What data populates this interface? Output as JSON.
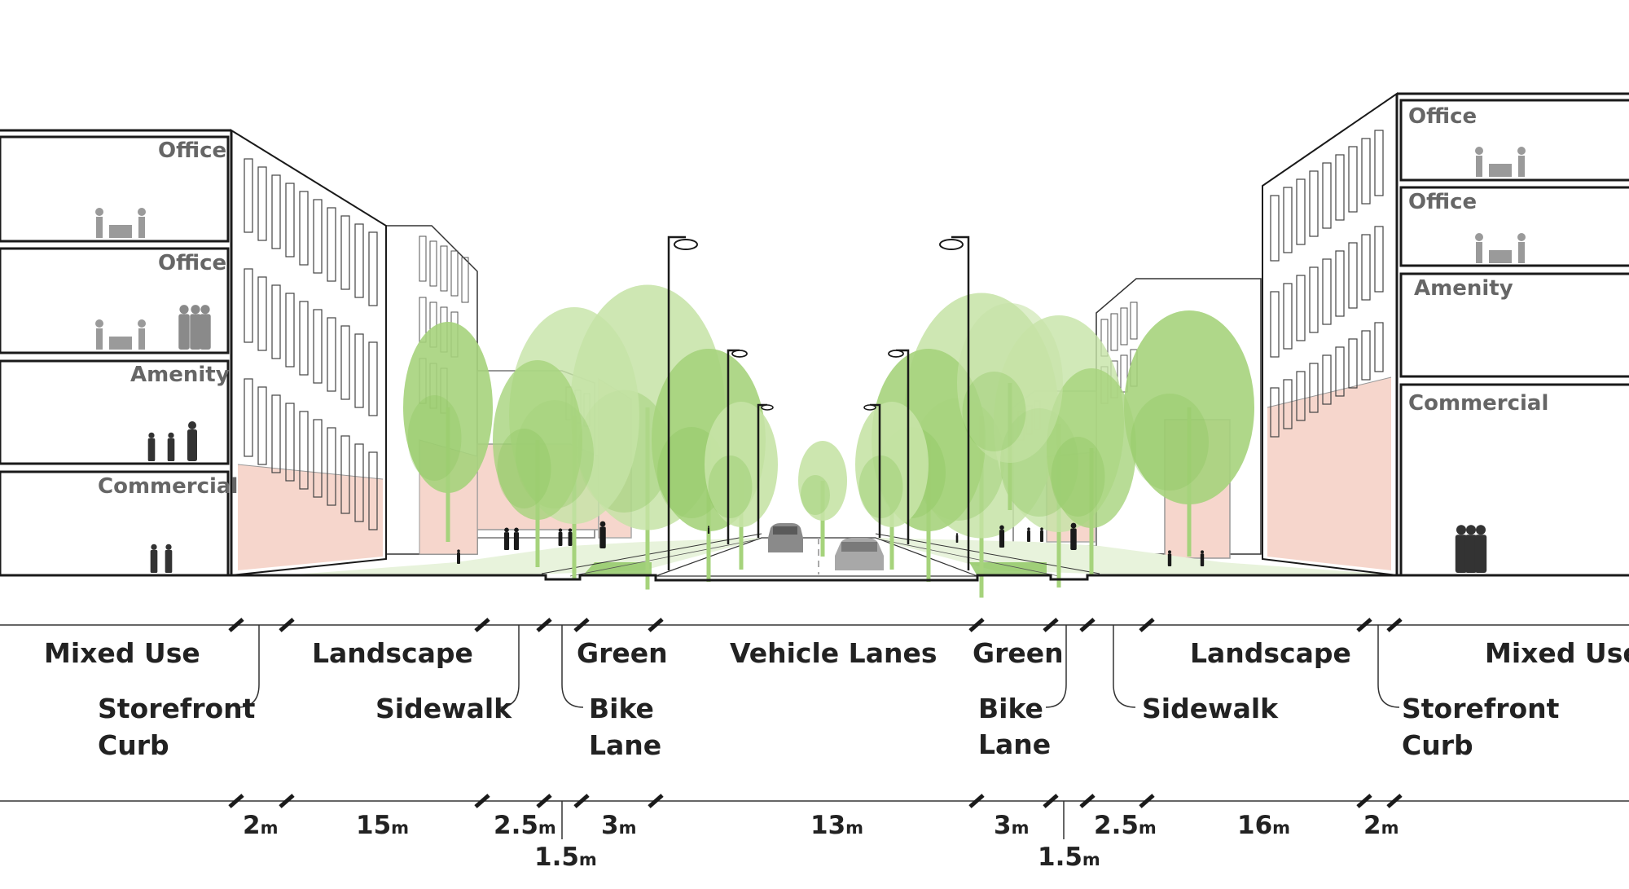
{
  "left_building": {
    "floors": [
      "Office",
      "Office",
      "Amenity",
      "Commercial"
    ]
  },
  "right_building": {
    "floors": [
      "Office",
      "Office",
      "Amenity",
      "Commercial"
    ]
  },
  "zones": {
    "left_mixed_use": "Mixed Use",
    "left_storefront": "Storefront",
    "left_curb": "Curb",
    "left_landscape": "Landscape",
    "left_sidewalk": "Sidewalk",
    "left_green": "Green",
    "left_bike": "Bike",
    "left_lane": "Lane",
    "vehicle_lanes": "Vehicle Lanes",
    "right_green": "Green",
    "right_bike": "Bike",
    "right_lane": "Lane",
    "right_landscape": "Landscape",
    "right_sidewalk": "Sidewalk",
    "right_mixed_use": "Mixed Use",
    "right_storefront": "Storefront",
    "right_curb": "Curb"
  },
  "unit": "m",
  "dimensions": {
    "left_storefront": "2",
    "left_landscape": "15",
    "left_sidewalk": "2.5",
    "left_bike": "1.5",
    "left_green": "3",
    "vehicle_lanes": "13",
    "right_green": "3",
    "right_bike": "1.5",
    "right_sidewalk": "2.5",
    "right_landscape": "16",
    "right_storefront": "2"
  },
  "colors": {
    "tree_light": "#c6e3a6",
    "tree_mid": "#a6d37c",
    "tree_dark": "#8cc55f",
    "storefront": "#f6d6cc",
    "line": "#1a1a1a",
    "car": "#8a8a8a",
    "people": "#1a1a1a",
    "floor_text": "#666666"
  }
}
